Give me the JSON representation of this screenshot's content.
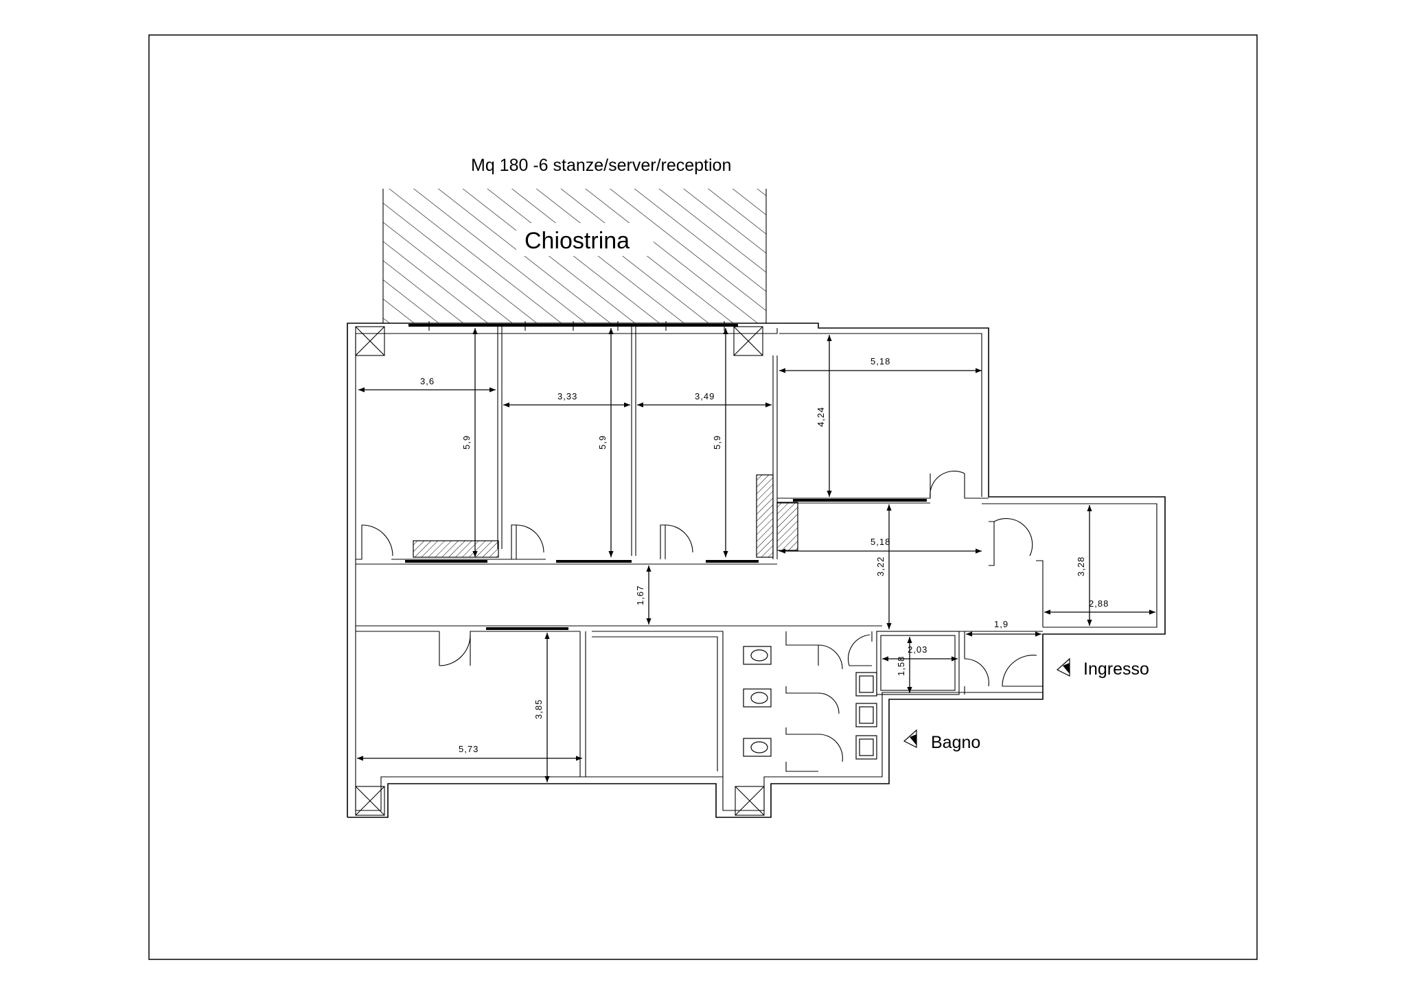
{
  "plan": {
    "title": "Mq 180 -6 stanze/server/reception",
    "courtyard_label": "Chiostrina",
    "entrance_label": "Ingresso",
    "bathroom_label": "Bagno",
    "dimensions": {
      "room1_width": "3,6",
      "room1_depth": "5,9",
      "room2_width": "3,33",
      "room2_depth": "5,9",
      "room3_width": "3,49",
      "room3_depth": "5,9",
      "room4_width": "5,18",
      "room4_depth": "4,24",
      "hall_width": "5,18",
      "hall_depth": "3,22",
      "corridor_width": "1,67",
      "reception_depth": "3,28",
      "reception_width": "2,88",
      "entry_width": "1,9",
      "server_width": "2,03",
      "server_depth": "1,58",
      "room6_width": "5,73",
      "room6_depth": "3,85"
    }
  }
}
